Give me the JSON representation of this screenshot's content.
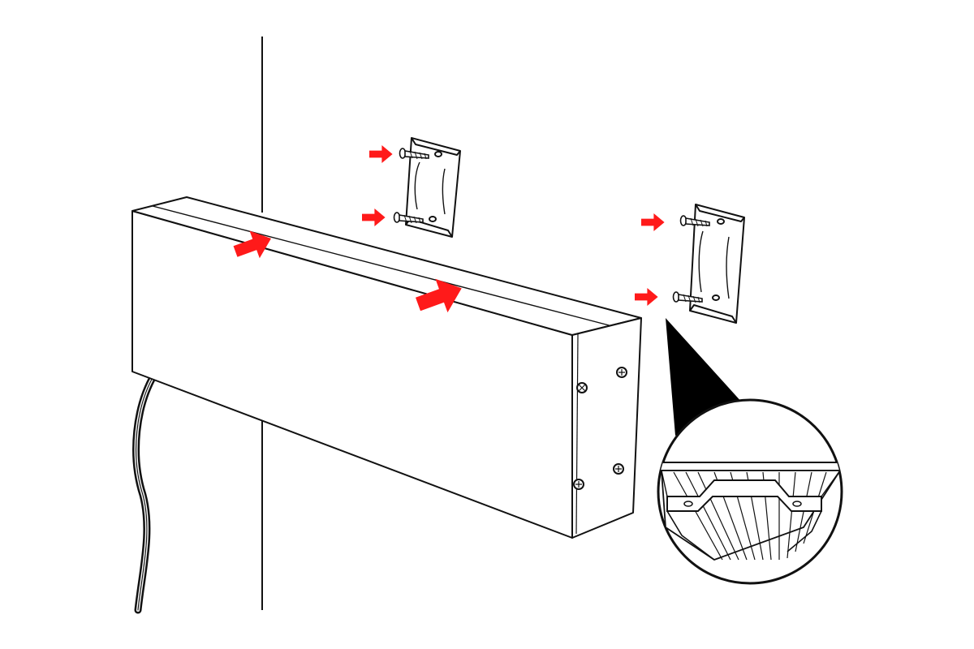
{
  "diagram": {
    "kind": "wall-mount-installation",
    "colors": {
      "line": "#111111",
      "arrow": "#ff1a1a",
      "background": "#ffffff",
      "callout": "#000000"
    },
    "icons": [
      "wall-edge-line",
      "light-box",
      "power-cable",
      "mounting-bracket-left",
      "mounting-bracket-right",
      "screw",
      "push-arrow",
      "detail-callout"
    ]
  }
}
